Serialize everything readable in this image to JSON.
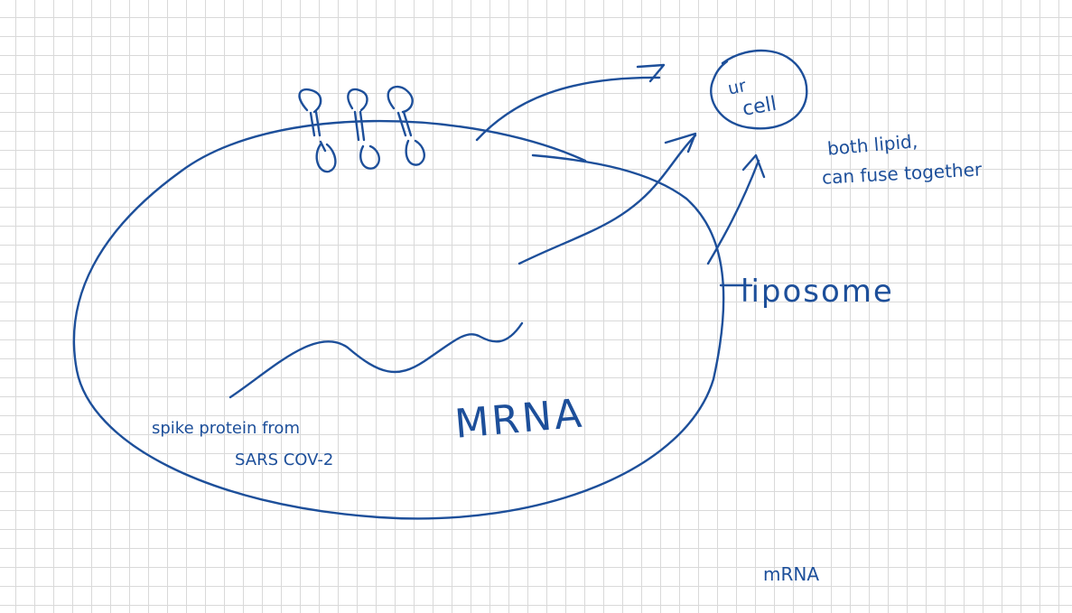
{
  "ink_color": "#1d4f9a",
  "labels": {
    "target_cell": [
      "ur",
      "cell"
    ],
    "fusion_note": [
      "both lipid,",
      "can fuse together"
    ],
    "liposome": "liposome",
    "mrna_main": "MRNA",
    "spike_note": [
      "spike protein from",
      "SARS COV-2"
    ],
    "mrna_small": "mRNA"
  }
}
